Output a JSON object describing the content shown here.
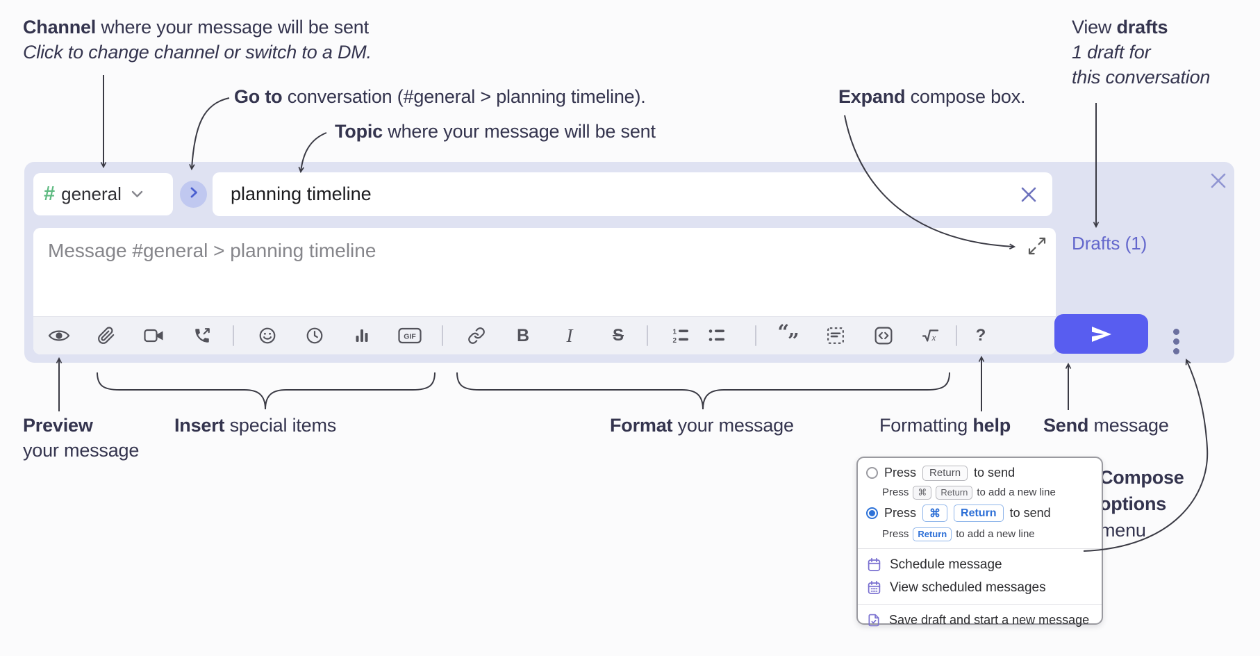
{
  "colors": {
    "accent_send": "#585df0",
    "container_lavender": "#dfe2f2",
    "drafts_link": "#6367cc",
    "channel_hash_green": "#5eba81",
    "keycap_blue": "#2d6fd6",
    "menu_icon_purple": "#7a70d0"
  },
  "annotations": {
    "channel": {
      "bold": "Channel",
      "rest": " where your message will be sent",
      "line2": "Click to change channel or switch to a DM."
    },
    "goto": {
      "bold": "Go to",
      "rest": " conversation (#general > planning timeline)."
    },
    "topic": {
      "bold": "Topic",
      "rest": " where your message will be sent"
    },
    "expand": {
      "bold": "Expand",
      "rest": " compose box."
    },
    "view_drafts": {
      "pre": "View ",
      "bold": "drafts",
      "line2": "1 draft for",
      "line3": "this conversation"
    },
    "preview": {
      "bold": "Preview",
      "line2": "your message"
    },
    "insert": {
      "bold": "Insert",
      "rest": " special items"
    },
    "format": {
      "bold": "Format",
      "rest": " your message"
    },
    "formatting_help": {
      "pre": "Formatting ",
      "bold": "help"
    },
    "send": {
      "bold": "Send",
      "rest": " message"
    },
    "compose_options": {
      "line1": "Compose",
      "line2": "options",
      "line3": "menu"
    }
  },
  "compose": {
    "channel": {
      "hash": "#",
      "name": "general"
    },
    "topic": {
      "value": "planning timeline"
    },
    "message": {
      "placeholder": "Message #general > planning timeline"
    },
    "drafts_label": "Drafts (1)",
    "toolbar": {
      "items": [
        {
          "name": "preview",
          "glyph": "eye"
        },
        {
          "name": "attach",
          "glyph": "paperclip"
        },
        {
          "name": "video-clip",
          "glyph": "video"
        },
        {
          "name": "audio-call",
          "glyph": "phone"
        },
        {
          "name": "toolbar-divider",
          "glyph": "divider"
        },
        {
          "name": "emoji",
          "glyph": "smiley"
        },
        {
          "name": "recent",
          "glyph": "clock"
        },
        {
          "name": "poll",
          "glyph": "bars"
        },
        {
          "name": "gif",
          "glyph": "gif"
        },
        {
          "name": "toolbar-divider",
          "glyph": "divider"
        },
        {
          "name": "link",
          "glyph": "link"
        },
        {
          "name": "bold",
          "glyph": "bold"
        },
        {
          "name": "italic",
          "glyph": "italic"
        },
        {
          "name": "strikethrough",
          "glyph": "strike"
        },
        {
          "name": "toolbar-divider",
          "glyph": "divider"
        },
        {
          "name": "ordered-list",
          "glyph": "ol"
        },
        {
          "name": "bulleted-list",
          "glyph": "ul"
        },
        {
          "name": "toolbar-divider",
          "glyph": "divider"
        },
        {
          "name": "blockquote",
          "glyph": "quote"
        },
        {
          "name": "code-block",
          "glyph": "codeblock"
        },
        {
          "name": "inline-code",
          "glyph": "code"
        },
        {
          "name": "formula",
          "glyph": "sqrt"
        },
        {
          "name": "toolbar-divider",
          "glyph": "divider"
        },
        {
          "name": "formatting-help",
          "glyph": "help"
        }
      ]
    }
  },
  "menu": {
    "option1": {
      "press": "Press",
      "key_return": "Return",
      "after": "to send",
      "sub_press": "Press",
      "sub_key_cmd": "⌘",
      "sub_key_return": "Return",
      "sub_after": "to add a new line"
    },
    "option2": {
      "press": "Press",
      "key_cmd": "⌘",
      "key_return": "Return",
      "after": "to send",
      "sub_press": "Press",
      "sub_key_return": "Return",
      "sub_after": "to add a new line"
    },
    "schedule_label": "Schedule message",
    "view_scheduled_label": "View scheduled messages",
    "save_draft_label": "Save draft and start a new message"
  }
}
